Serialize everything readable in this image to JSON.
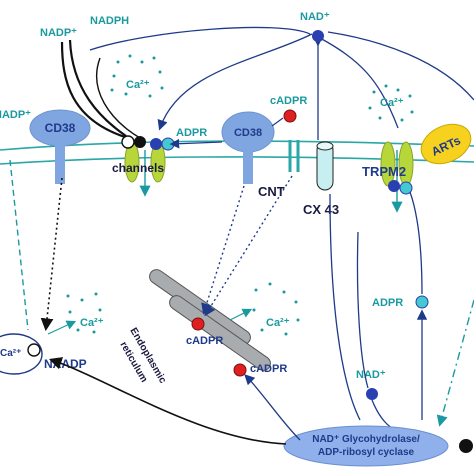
{
  "labels": {
    "nadp_plus": "NADP⁺",
    "nadph": "NADPH",
    "nad_plus_top": "NAD⁺",
    "nadp_left": "NADP⁺",
    "ca2_top_left": "Ca²⁺",
    "ca2_top_right": "Ca²⁺",
    "ca2_mid": "Ca²⁺",
    "ca2_left": "Ca²⁺",
    "ca2_er": "Ca²⁺",
    "cd38_left": "CD38",
    "cd38_mid": "CD38",
    "adpr_top": "ADPR",
    "cadpr_top": "cADPR",
    "channels": "channels",
    "cnt": "CNT",
    "cx43": "CX 43",
    "trpm2": "TRPM2",
    "arts": "ARTs",
    "cadpr_er1": "cADPR",
    "cadpr_er2": "cADPR",
    "er_line1": "Endoplasmic",
    "er_line2": "reticulum",
    "naadp": "NAADP",
    "adpr_right": "ADPR",
    "nad_plus_bottom": "NAD⁺",
    "enzyme_line1": "NAD⁺ Glycohydrolase/",
    "enzyme_line2": "ADP-ribosyl cyclase"
  },
  "colors": {
    "teal": "#1a9aa0",
    "navy": "#1f3a8a",
    "cd38_blue": "#7fa6e0",
    "membrane": "#2aa7a7",
    "channel_green": "#b7d63a",
    "arts_yellow": "#f6d21e",
    "er_grey": "#a9acae",
    "dot_red": "#e02020",
    "dot_blue": "#2a3fb0",
    "dot_cyan": "#45c8d2",
    "enzyme_fill": "#8fb0ea"
  }
}
